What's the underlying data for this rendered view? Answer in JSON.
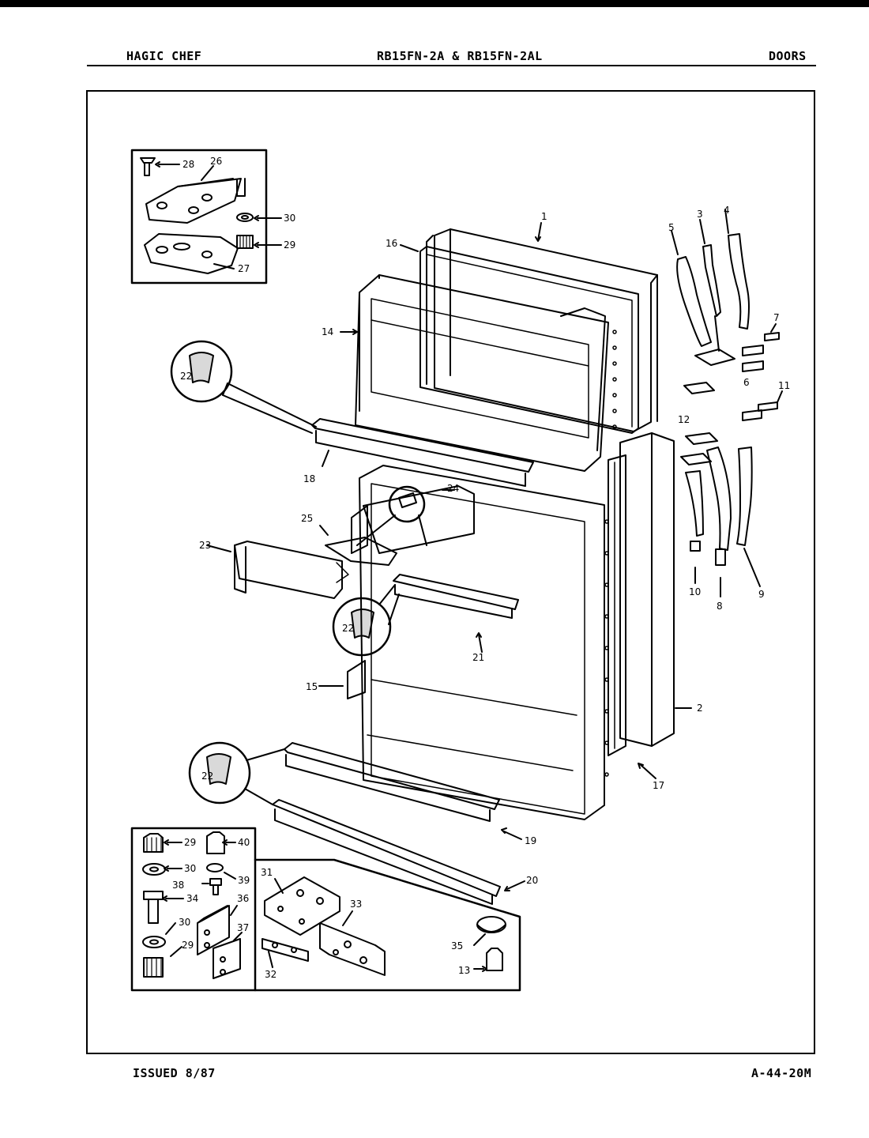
{
  "header": {
    "brand": "HAGIC CHEF",
    "models": "RB15FN-2A & RB15FN-2AL",
    "section": "DOORS"
  },
  "footer": {
    "issued": "ISSUED 8/87",
    "page_code": "A-44-20M"
  },
  "callouts": {
    "c1": "1",
    "c2": "2",
    "c3": "3",
    "c4": "4",
    "c5": "5",
    "c6": "6",
    "c7": "7",
    "c8": "8",
    "c9": "9",
    "c10": "10",
    "c11": "11",
    "c12": "12",
    "c13": "13",
    "c14": "14",
    "c15": "15",
    "c16": "16",
    "c17": "17",
    "c18": "18",
    "c19": "19",
    "c20": "20",
    "c21": "21",
    "c22a": "22",
    "c22b": "22",
    "c22c": "22",
    "c23": "23",
    "c24": "24",
    "c25": "25",
    "c26": "26",
    "c27": "27",
    "c28": "28",
    "c29a": "29",
    "c29b": "29",
    "c29c": "29",
    "c30a": "30",
    "c30b": "30",
    "c30c": "30",
    "c31": "31",
    "c32": "32",
    "c33": "33",
    "c34": "34",
    "c35": "35",
    "c36": "36",
    "c37": "37",
    "c38": "38",
    "c39": "39",
    "c40": "40"
  }
}
